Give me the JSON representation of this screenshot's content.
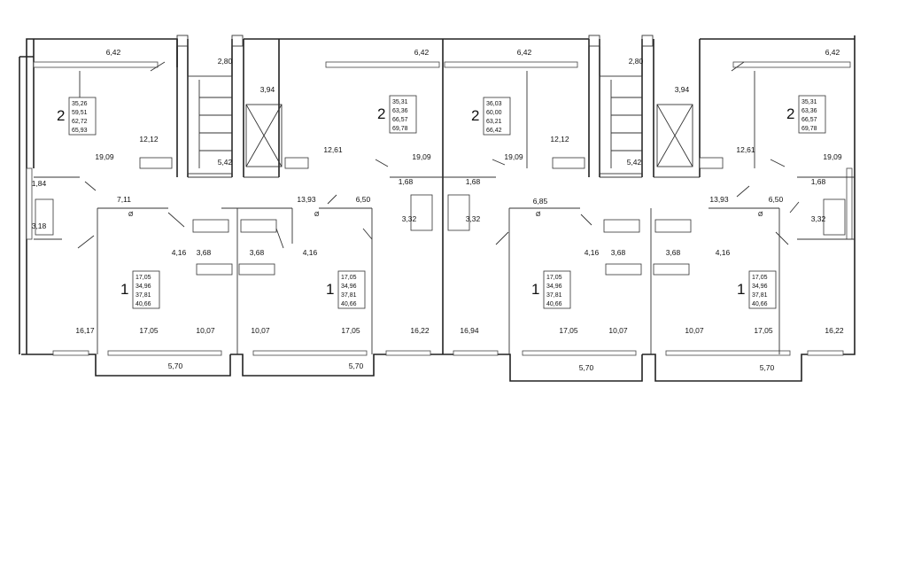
{
  "room_labels": [
    {
      "id": "d1",
      "text": "6,42"
    },
    {
      "id": "d2",
      "text": "2,80"
    },
    {
      "id": "d3",
      "text": "3,94"
    },
    {
      "id": "d4",
      "text": "6,42"
    },
    {
      "id": "d5",
      "text": "6,42"
    },
    {
      "id": "d6",
      "text": "2,80"
    },
    {
      "id": "d7",
      "text": "3,94"
    },
    {
      "id": "d8",
      "text": "6,42"
    },
    {
      "id": "d9",
      "text": "12,12"
    },
    {
      "id": "d10",
      "text": "19,09"
    },
    {
      "id": "d11",
      "text": "5,42"
    },
    {
      "id": "d12",
      "text": "12,61"
    },
    {
      "id": "d13",
      "text": "19,09"
    },
    {
      "id": "d14",
      "text": "19,09"
    },
    {
      "id": "d15",
      "text": "12,12"
    },
    {
      "id": "d16",
      "text": "5,42"
    },
    {
      "id": "d17",
      "text": "12,61"
    },
    {
      "id": "d18",
      "text": "19,09"
    },
    {
      "id": "d19",
      "text": "1,84"
    },
    {
      "id": "d20",
      "text": "7,11"
    },
    {
      "id": "d21",
      "text": "13,93"
    },
    {
      "id": "d22",
      "text": "6,50"
    },
    {
      "id": "d23",
      "text": "1,68"
    },
    {
      "id": "d24",
      "text": "1,68"
    },
    {
      "id": "d25",
      "text": "6,85"
    },
    {
      "id": "d26",
      "text": "13,93"
    },
    {
      "id": "d27",
      "text": "6,50"
    },
    {
      "id": "d28",
      "text": "1,68"
    },
    {
      "id": "d29",
      "text": "3,18"
    },
    {
      "id": "d30",
      "text": "3,32"
    },
    {
      "id": "d31",
      "text": "3,32"
    },
    {
      "id": "d32",
      "text": "3,32"
    },
    {
      "id": "d33",
      "text": "4,16"
    },
    {
      "id": "d34",
      "text": "3,68"
    },
    {
      "id": "d35",
      "text": "3,68"
    },
    {
      "id": "d36",
      "text": "4,16"
    },
    {
      "id": "d37",
      "text": "4,16"
    },
    {
      "id": "d38",
      "text": "3,68"
    },
    {
      "id": "d39",
      "text": "3,68"
    },
    {
      "id": "d40",
      "text": "4,16"
    },
    {
      "id": "d41",
      "text": "16,17"
    },
    {
      "id": "d42",
      "text": "17,05"
    },
    {
      "id": "d43",
      "text": "10,07"
    },
    {
      "id": "d44",
      "text": "10,07"
    },
    {
      "id": "d45",
      "text": "17,05"
    },
    {
      "id": "d46",
      "text": "16,22"
    },
    {
      "id": "d47",
      "text": "16,94"
    },
    {
      "id": "d48",
      "text": "17,05"
    },
    {
      "id": "d49",
      "text": "10,07"
    },
    {
      "id": "d50",
      "text": "10,07"
    },
    {
      "id": "d51",
      "text": "17,05"
    },
    {
      "id": "d52",
      "text": "16,22"
    },
    {
      "id": "d53",
      "text": "5,70"
    },
    {
      "id": "d54",
      "text": "5,70"
    },
    {
      "id": "d55",
      "text": "5,70"
    },
    {
      "id": "d56",
      "text": "5,70"
    }
  ],
  "apartments": [
    {
      "id": "a1",
      "rooms": "2",
      "areas": [
        "35,26",
        "59,51",
        "62,72",
        "65,93"
      ]
    },
    {
      "id": "a2",
      "rooms": "2",
      "areas": [
        "35,31",
        "63,36",
        "66,57",
        "69,78"
      ]
    },
    {
      "id": "a3",
      "rooms": "2",
      "areas": [
        "36,03",
        "60,00",
        "63,21",
        "66,42"
      ]
    },
    {
      "id": "a4",
      "rooms": "2",
      "areas": [
        "35,31",
        "63,36",
        "66,57",
        "69,78"
      ]
    },
    {
      "id": "a5",
      "rooms": "1",
      "areas": [
        "17,05",
        "34,96",
        "37,81",
        "40,66"
      ]
    },
    {
      "id": "a6",
      "rooms": "1",
      "areas": [
        "17,05",
        "34,96",
        "37,81",
        "40,66"
      ]
    },
    {
      "id": "a7",
      "rooms": "1",
      "areas": [
        "17,05",
        "34,96",
        "37,81",
        "40,66"
      ]
    },
    {
      "id": "a8",
      "rooms": "1",
      "areas": [
        "17,05",
        "34,96",
        "37,81",
        "40,66"
      ]
    }
  ],
  "markers": {
    "diameter": "Ø"
  }
}
